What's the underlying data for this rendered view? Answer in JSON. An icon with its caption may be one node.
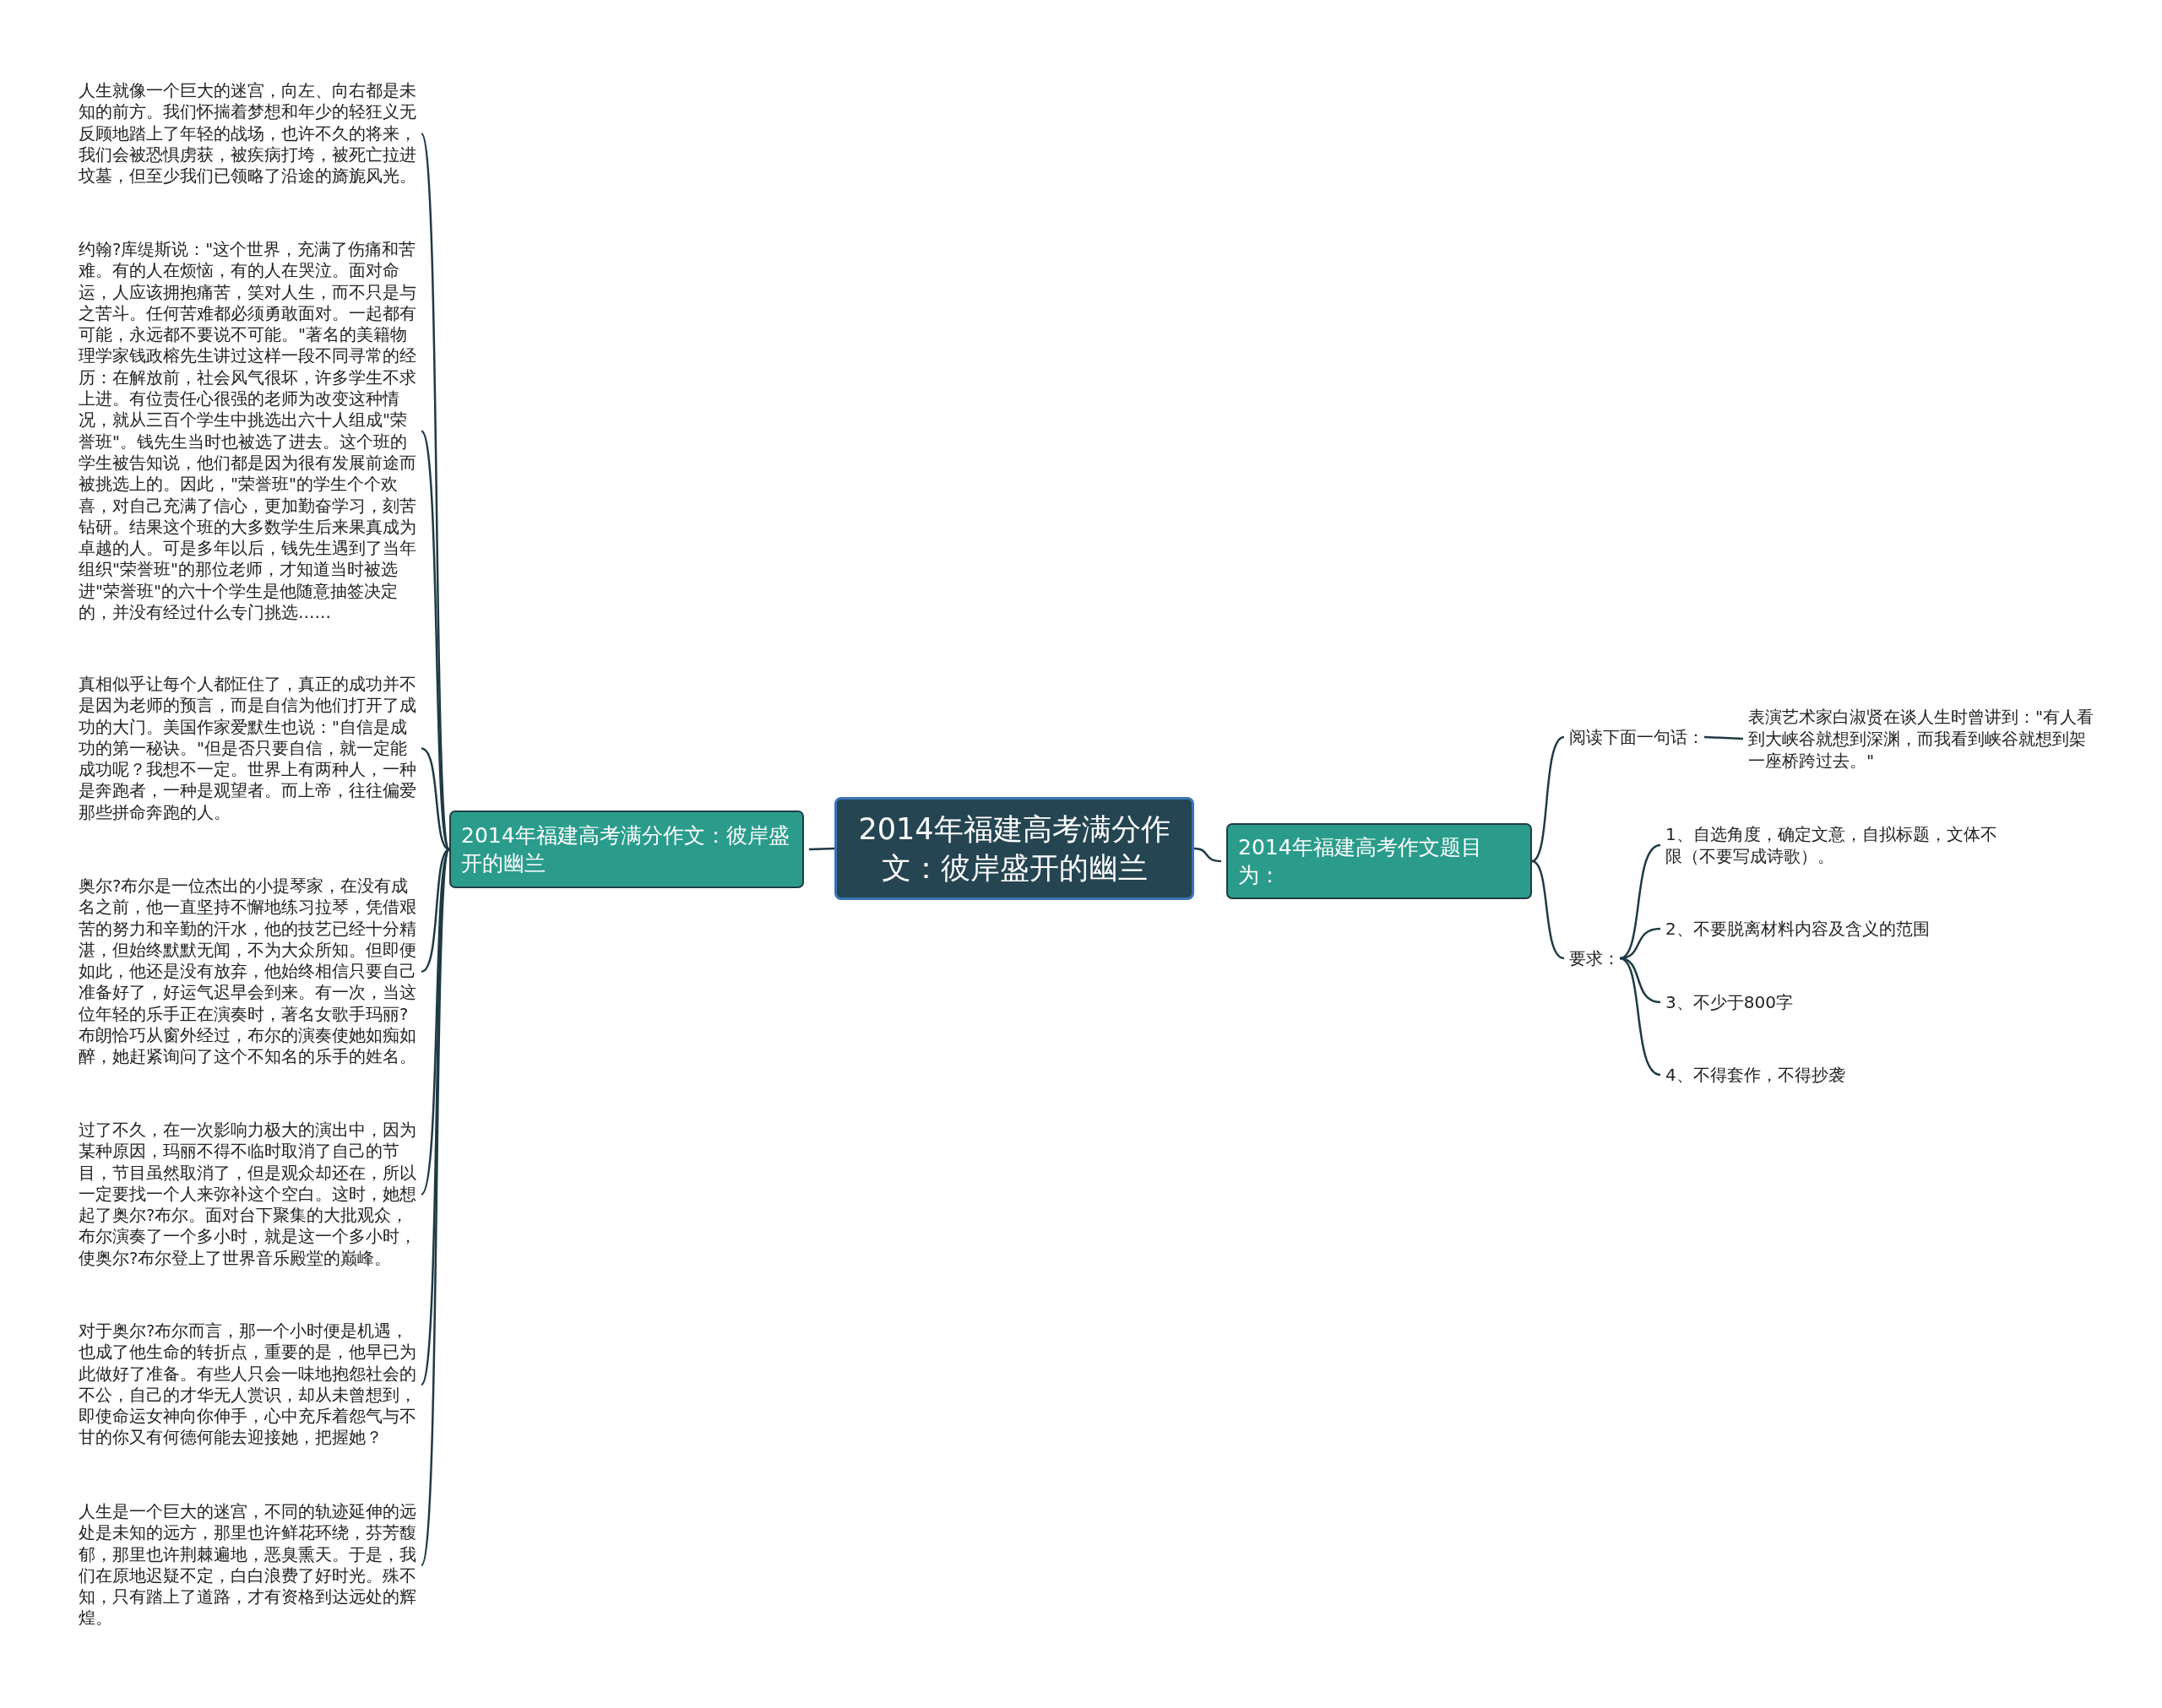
{
  "diagram": {
    "nodes": [
      {
        "text": [
          "2014年福建高考满分作文：彼岸盛开的幽兰"
        ]
      },
      {
        "text": [
          "2014年福建高考满分作文：彼岸盛开的幽兰"
        ]
      },
      {
        "text": [
          "人生就像一个巨大的迷宫，向左、向右都是未知的前方。我们怀揣着梦想和年少的轻狂义无反顾地踏上了年轻的战场，也许不久的将来，我们会被恐惧虏获，被疾病打垮，被死亡拉进坟墓，但至少我们已领略了沿途的旖旎风光。"
        ]
      },
      {
        "text": [
          "约翰?库缇斯说：\"这个世界，充满了伤痛和苦难。有的人在烦恼，有的人在哭泣。面对命运，人应该拥抱痛苦，笑对人生，而不只是与之苦斗。任何苦难都必须勇敢面对。一起都有可能，永远都不要说不可能。\"著名的美籍物理学家钱政榕先生讲过这样一段不同寻常的经历：在解放前，社会风气很坏，许多学生不求上进。有位责任心很强的老师为改变这种情况，就从三百个学生中挑选出六十人组成\"荣誉班\"。钱先生当时也被选了进去。这个班的学生被告知说，他们都是因为很有发展前途而被挑选上的。因此，\"荣誉班\"的学生个个欢喜，对自己充满了信心，更加勤奋学习，刻苦钻研。结果这个班的大多数学生后来果真成为卓越的人。可是多年以后，钱先生遇到了当年组织\"荣誉班\"的那位老师，才知道当时被选进\"荣誉班\"的六十个学生是他随意抽签决定的，并没有经过什么专门挑选……"
        ]
      },
      {
        "text": [
          "真相似乎让每个人都怔住了，真正的成功并不是因为老师的预言，而是自信为他们打开了成功的大门。美国作家爱默生也说：\"自信是成功的第一秘诀。\"但是否只要自信，就一定能成功呢？我想不一定。世界上有两种人，一种是奔跑者，一种是观望者。而上帝，往往偏爱那些拼命奔跑的人。"
        ]
      },
      {
        "text": [
          "奥尔?布尔是一位杰出的小提琴家，在没有成名之前，他一直坚持不懈地练习拉琴，凭借艰苦的努力和辛勤的汗水，他的技艺已经十分精湛，但始终默默无闻，不为大众所知。但即便如此，他还是没有放弃，他始终相信只要自己准备好了，好运气迟早会到来。有一次，当这位年轻的乐手正在演奏时，著名女歌手玛丽?布朗恰巧从窗外经过，布尔的演奏使她如痴如醉，她赶紧询问了这个不知名的乐手的姓名。"
        ]
      },
      {
        "text": [
          "过了不久，在一次影响力极大的演出中，因为某种原因，玛丽不得不临时取消了自己的节目，节目虽然取消了，但是观众却还在，所以一定要找一个人来弥补这个空白。这时，她想起了奥尔?布尔。面对台下聚集的大批观众，布尔演奏了一个多小时，就是这一个多小时，使奥尔?布尔登上了世界音乐殿堂的巅峰。"
        ]
      },
      {
        "text": [
          "对于奥尔?布尔而言，那一个小时便是机遇，也成了他生命的转折点，重要的是，他早已为此做好了准备。有些人只会一味地抱怨社会的不公，自己的才华无人赏识，却从未曾想到，即使命运女神向你伸手，心中充斥着怨气与不甘的你又有何德何能去迎接她，把握她？"
        ]
      },
      {
        "text": [
          "人生是一个巨大的迷宫，不同的轨迹延伸的远处是未知的远方，那里也许鲜花环绕，芬芳馥郁，那里也许荆棘遍地，恶臭熏天。于是，我们在原地迟疑不定，白白浪费了好时光。殊不知，只有踏上了道路，才有资格到达远处的辉煌。"
        ]
      },
      {
        "text": [
          "2014年福建高考作文题目为："
        ]
      },
      {
        "text": [
          "阅读下面一句话："
        ]
      },
      {
        "text": [
          "表演艺术家白淑贤在谈人生时曾讲到：\"有人看到大峡谷就想到深渊，而我看到峡谷就想到架一座桥跨过去。\""
        ]
      },
      {
        "text": [
          "要求："
        ]
      },
      {
        "text": [
          "1、自选角度，确定文意，自拟标题，文体不限（不要写成诗歌）。"
        ]
      },
      {
        "text": [
          "2、不要脱离材料内容及含义的范围"
        ]
      },
      {
        "text": [
          "3、不少于800字"
        ]
      },
      {
        "text": [
          "4、不得套作，不得抄袭"
        ]
      }
    ],
    "edges": [
      {
        "from": 0,
        "to": 1,
        "arrow": "none"
      },
      {
        "from": 1,
        "to": 2,
        "arrow": "none"
      },
      {
        "from": 1,
        "to": 3,
        "arrow": "none"
      },
      {
        "from": 1,
        "to": 4,
        "arrow": "none"
      },
      {
        "from": 1,
        "to": 5,
        "arrow": "none"
      },
      {
        "from": 1,
        "to": 6,
        "arrow": "none"
      },
      {
        "from": 1,
        "to": 7,
        "arrow": "none"
      },
      {
        "from": 1,
        "to": 8,
        "arrow": "none"
      },
      {
        "from": 0,
        "to": 9,
        "arrow": "none"
      },
      {
        "from": 9,
        "to": 10,
        "arrow": "none"
      },
      {
        "from": 10,
        "to": 11,
        "arrow": "none"
      },
      {
        "from": 9,
        "to": 12,
        "arrow": "none"
      },
      {
        "from": 12,
        "to": 13,
        "arrow": "none"
      },
      {
        "from": 12,
        "to": 14,
        "arrow": "none"
      },
      {
        "from": 12,
        "to": 15,
        "arrow": "none"
      },
      {
        "from": 12,
        "to": 16,
        "arrow": "none"
      }
    ]
  }
}
